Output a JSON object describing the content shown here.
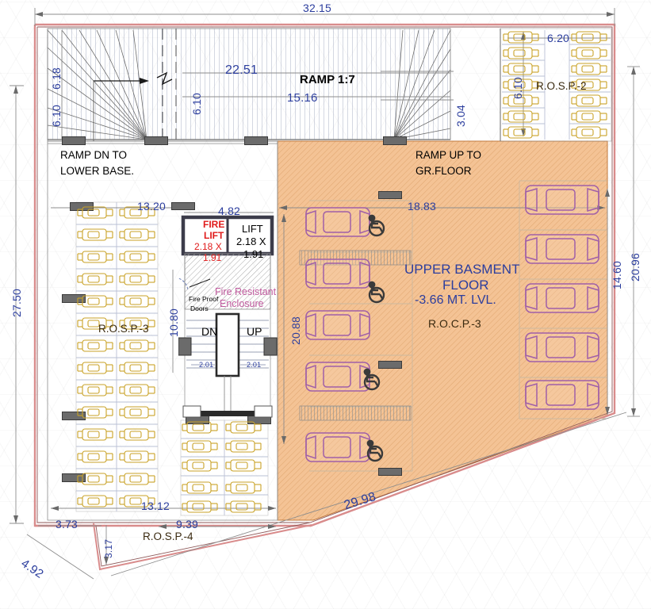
{
  "drawing": {
    "type": "architectural-floor-plan",
    "title_text": "UPPER BASMENT FLOOR",
    "level_text": "-3.66 MT. LVL.",
    "plot_code": "R.O.C.P.-3"
  },
  "colors": {
    "slab_fill": "#f4c395",
    "wall_outline": "#d98c8c",
    "dimension_text": "#2c3e9e",
    "gold_car": "#c9a227",
    "purple_car": "#a05fa8",
    "fire_red": "#e01b1b",
    "fire_pink": "#c05a9e",
    "column": "#6b6b6b"
  },
  "dimensions": {
    "top_overall": "32.15",
    "left_overall": "27.50",
    "right_overall": "20.96",
    "diagonal_bottom": "29.98",
    "diagonal_bottom_left": "4.92",
    "ramp_left_a": "6.18",
    "ramp_left_b": "6.10",
    "ramp_width": "22.51",
    "ramp_inner": "15.16",
    "ramp_right": "3.04",
    "rosp2_width": "6.20",
    "rosp2_depth": "6.10",
    "left_bay_width": "13.20",
    "core_width": "4.82",
    "core_height": "10.80",
    "slab_left_height": "20.88",
    "center_to_right": "18.83",
    "right_bay_depth": "14.60",
    "bottom_a": "13.12",
    "bottom_b": "3.73",
    "bottom_c": "9.39",
    "bottom_d": "3.17",
    "stair_flight_left": "2.01",
    "stair_flight_right": "2.01"
  },
  "labels": {
    "ramp_dn": "RAMP DN TO",
    "ramp_dn2": "LOWER BASE.",
    "ramp_up": "RAMP UP TO",
    "ramp_up2": "GR.FLOOR",
    "ramp_slope": "RAMP 1:7",
    "rosp2": "R.O.S.P.-2",
    "rosp3": "R.O.S.P.-3",
    "rosp4": "R.O.S.P.-4",
    "rocp3": "R.O.C.P.-3",
    "basement_line1": "UPPER BASMENT",
    "basement_line2": "FLOOR",
    "basement_line3": "-3.66 MT. LVL.",
    "fire_lift_l1": "FIRE",
    "fire_lift_l2": "LIFT",
    "fire_lift_l3": "2.18 X",
    "fire_lift_l4": "1.91",
    "lift_l1": "LIFT",
    "lift_l2": "2.18 X",
    "lift_l3": "1.91",
    "fire_enclosure_l1": "Fire Resistant",
    "fire_enclosure_l2": "Enclosure",
    "fire_doors_l1": "Fire Proof",
    "fire_doors_l2": "Doors",
    "stair_dn": "DN",
    "stair_up": "UP"
  }
}
